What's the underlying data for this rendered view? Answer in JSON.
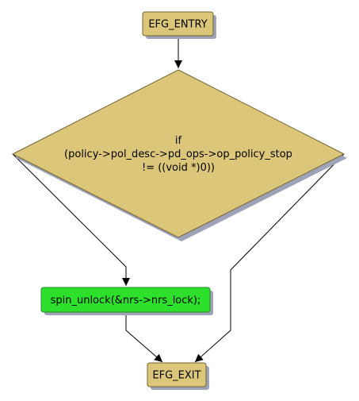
{
  "colors": {
    "process_fill": "#dcc67a",
    "process_stroke": "#6f6433",
    "shadow": "#9ea3b7",
    "highlight_fill": "#2ce02c",
    "highlight_stroke": "#2a8a2a",
    "edge": "#000000",
    "background": "#ffffff"
  },
  "nodes": {
    "entry": {
      "label": "EFG_ENTRY",
      "shape": "rounded-box"
    },
    "decision": {
      "shape": "diamond",
      "lines": [
        "if",
        "(policy->pol_desc->pd_ops->op_policy_stop",
        "!= ((void *)0))"
      ]
    },
    "action": {
      "label": "spin_unlock(&nrs->nrs_lock);",
      "shape": "rounded-box"
    },
    "exit": {
      "label": "EFG_EXIT",
      "shape": "rounded-box"
    }
  },
  "edges": [
    {
      "from": "entry",
      "to": "decision"
    },
    {
      "from": "decision",
      "to": "action"
    },
    {
      "from": "decision",
      "to": "exit"
    },
    {
      "from": "action",
      "to": "exit"
    }
  ]
}
